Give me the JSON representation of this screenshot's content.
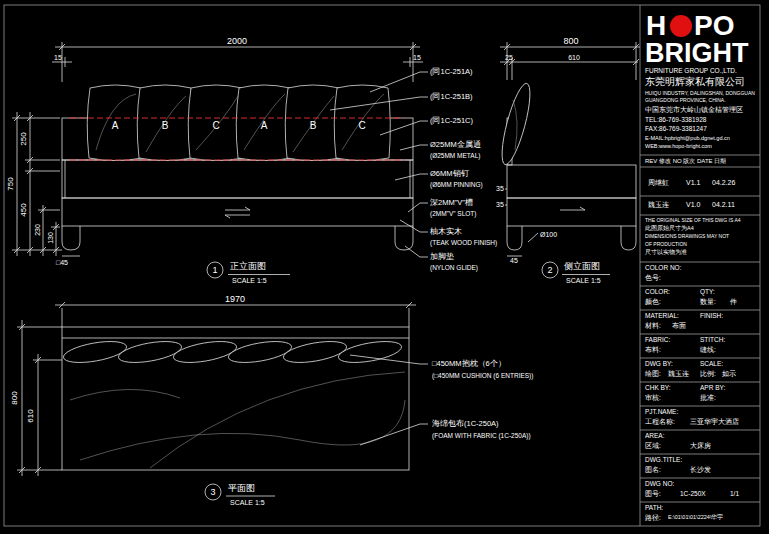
{
  "diagram": {
    "labels": [
      "2000",
      "15",
      "15",
      "A",
      "B",
      "C",
      "A",
      "B",
      "C",
      "(同1C-251A)",
      "(同1C-251B)",
      "(同1C-251C)",
      "Ø25MM金属通",
      "(Ø25MM METAL)",
      "Ø6MM销钉",
      "(Ø6MM PINNING)",
      "深2MM\"V\"槽",
      "(2MM\"V\" SLOT)",
      "柚木实木",
      "(TEAK WOOD FINISH)",
      "加脚垫",
      "(NYLON GLIDE)",
      "750",
      "250",
      "450",
      "230",
      "130",
      "□45",
      "1",
      "正立面图",
      "SCALE 1:5",
      "800",
      "25",
      "610",
      "35",
      "35",
      "Ø100",
      "45",
      "2",
      "侧立面图",
      "SCALE 1:5",
      "1970",
      "800",
      "610",
      "□450MM抱枕（6个）",
      "(□450MM CUSHION (6 ENTRIES))",
      "海绵包布(1C-250A)",
      "(FOAM WITH FABRIC (1C-250A))",
      "3",
      "平面图",
      "SCALE 1:5",
      "H",
      "PO",
      "BRIGHT",
      "FURNITURE GROUP CO.,LTD.",
      "东莞明辉家私有限公司",
      "HUIQU INDUSTRY, DALINGSHAN, DONGGUAN",
      "GUANGDONG PROVINCE, CHINA.",
      "中国东莞市大岭山镇金桔管理区",
      "TEL:86-769-3381928",
      "FAX:86-769-3381247",
      "E-MAIL:hpbright@pub.dgnet.gd.cn",
      "WEB:www.hopo-bright.com",
      "REV 修改 NO 版次 DATE 日期",
      "周继虹",
      "V1.1",
      "04.2.26",
      "魏玉连",
      "V1.0",
      "04.2.11",
      "THE ORIGINAL SIZE OF THIS DWG IS A4",
      "此图原始尺寸为A4",
      "DIMENSIONS DRAWINGS MAY NOT",
      "OF PRODUCTION",
      "尺寸以实物为准",
      "COLOR NO:",
      "色号:",
      "COLOR:",
      "QTY:",
      "颜色:",
      "数量:",
      "件",
      "MATERIAL:",
      "FINISH:",
      "材料:",
      "布面",
      "FABRIC:",
      "STITCH:",
      "布料:",
      "缝线:",
      "DWG BY:",
      "SCALE:",
      "绘图:",
      "魏玉连",
      "比例:",
      "如示",
      "CHK BY:",
      "APR BY:",
      "审核:",
      "批准:",
      "PJT.NAME:",
      "工程名称:",
      "三亚华宇大酒店",
      "AREA:",
      "区域:",
      "大床房",
      "DWG.TITLE:",
      "图名:",
      "长沙发",
      "DWG NO:",
      "图号:",
      "1C-250X",
      "1/1",
      "PATH:",
      "路径:",
      "E:\\01\\01\\01\\2224\\华宇"
    ]
  }
}
